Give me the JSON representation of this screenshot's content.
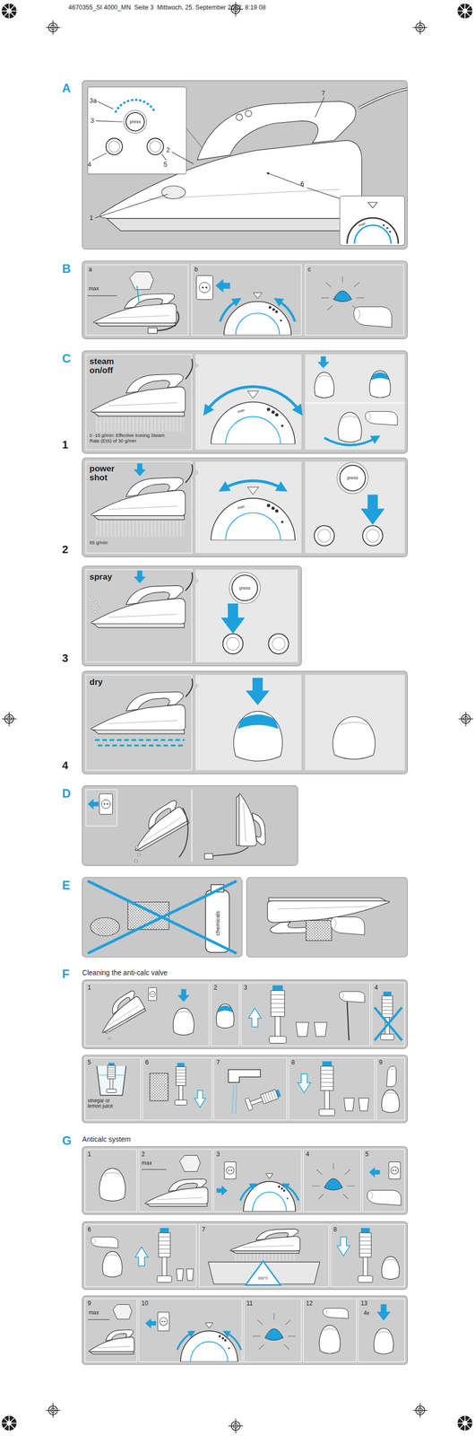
{
  "diagram": {
    "nodes": [
      {
        "text": [
          "A"
        ]
      },
      {
        "text": [
          "B"
        ]
      },
      {
        "text": [
          "a"
        ],
        "in": 1
      },
      {
        "text": [
          "b"
        ],
        "in": 1
      },
      {
        "text": [
          "c"
        ],
        "in": 1
      },
      {
        "text": [
          "C",
          "1"
        ]
      },
      {
        "text": [
          "steam on/off",
          "0 -15 g/min: Effective Ironing Steam Rate (EIS) of 30 g/min"
        ],
        "in": 5
      },
      {
        "text": [
          "2"
        ]
      },
      {
        "text": [
          "power shot",
          "65 g/min"
        ],
        "in": 7
      },
      {
        "text": [
          "3"
        ]
      },
      {
        "text": [
          "spray"
        ],
        "in": 9
      },
      {
        "text": [
          "4"
        ]
      },
      {
        "text": [
          "dry"
        ],
        "in": 11
      },
      {
        "text": [
          "D"
        ]
      },
      {
        "text": [
          "E"
        ]
      },
      {
        "text": [
          "F",
          "Cleaning the anti-calc valve"
        ]
      },
      {
        "text": [
          "1"
        ],
        "in": 15
      },
      {
        "text": [
          "2"
        ],
        "in": 15
      },
      {
        "text": [
          "3"
        ],
        "in": 15
      },
      {
        "text": [
          "4"
        ],
        "in": 15
      },
      {
        "text": [
          "5",
          "vinegar or lemon juice"
        ]
      },
      {
        "text": [
          "6"
        ]
      },
      {
        "text": [
          "7"
        ]
      },
      {
        "text": [
          "8"
        ]
      },
      {
        "text": [
          "9"
        ]
      },
      {
        "text": [
          "G",
          "Anticalc system"
        ]
      },
      {
        "text": [
          "1"
        ],
        "in": 25
      },
      {
        "text": [
          "2"
        ],
        "in": 25
      },
      {
        "text": [
          "3"
        ],
        "in": 25
      },
      {
        "text": [
          "4"
        ],
        "in": 25
      },
      {
        "text": [
          "5"
        ],
        "in": 25
      },
      {
        "text": [
          "6"
        ]
      },
      {
        "text": [
          "7"
        ]
      },
      {
        "text": [
          "8"
        ]
      },
      {
        "text": [
          "9"
        ]
      },
      {
        "text": [
          "10"
        ]
      },
      {
        "text": [
          "11"
        ]
      },
      {
        "text": [
          "12"
        ]
      },
      {
        "text": [
          "13"
        ]
      }
    ],
    "labels": [
      "4670355_SI 4000_MN  Seite 3  Mittwoch, 25. September 2002  8:19 08",
      "3a",
      "3",
      "press",
      "4",
      "5",
      "2",
      "1",
      "7",
      "6",
      "max",
      "max",
      "max",
      "max",
      "press",
      "press",
      "chemicals",
      "max",
      "100°C",
      "max",
      "4x"
    ]
  }
}
